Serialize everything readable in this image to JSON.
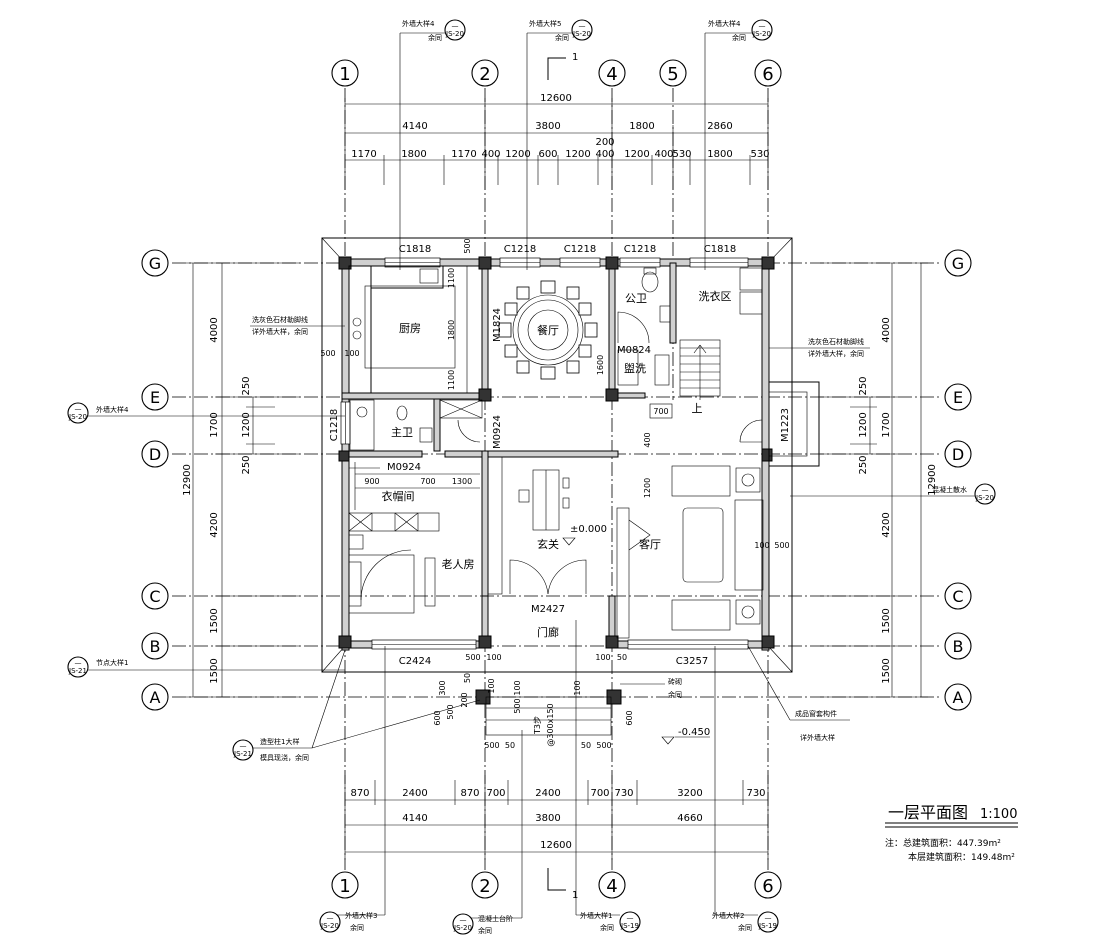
{
  "title": "一层平面图",
  "scale": "1:100",
  "notes": {
    "total_area": "注：总建筑面积：447.39m²",
    "floor_area": "本层建筑面积：149.48m²"
  },
  "axes": {
    "top": [
      "1",
      "2",
      "4",
      "5",
      "6"
    ],
    "bottom": [
      "1",
      "2",
      "4",
      "6"
    ],
    "left": [
      "G",
      "E",
      "D",
      "C",
      "B",
      "A"
    ],
    "right": [
      "G",
      "E",
      "D",
      "C",
      "B",
      "A"
    ]
  },
  "dims_top": {
    "overall": "12600",
    "level2": [
      "4140",
      "3800",
      "1800",
      "2860"
    ],
    "extra": "200",
    "level3": [
      "1170",
      "1800",
      "1170",
      "400",
      "1200",
      "600",
      "1200",
      "400",
      "1200",
      "400",
      "530",
      "1800",
      "530"
    ]
  },
  "dims_bottom": {
    "level1": [
      "870",
      "2400",
      "870",
      "700",
      "2400",
      "700",
      "730",
      "3200",
      "730"
    ],
    "level2": [
      "4140",
      "3800",
      "4660"
    ],
    "overall": "12600"
  },
  "dims_left": {
    "overall": "12900",
    "level2": [
      "4000",
      "1700",
      "4200",
      "1500",
      "1500"
    ],
    "inner": [
      "250",
      "1200",
      "250"
    ]
  },
  "dims_right": {
    "overall": "12900",
    "level2": [
      "4000",
      "1700",
      "4200",
      "1500",
      "1500"
    ],
    "inner": [
      "250",
      "1200",
      "250"
    ]
  },
  "windows": [
    "C1818",
    "C1218",
    "C1218",
    "C1218",
    "C1818",
    "C1218",
    "C2424",
    "C3257"
  ],
  "doors": [
    "M1824",
    "M0824",
    "M0924",
    "M0924",
    "M1223",
    "M2427"
  ],
  "rooms": {
    "kitchen": "厨房",
    "dining": "餐厅",
    "public_wc": "公卫",
    "laundry": "洗衣区",
    "wash": "盥洗",
    "master_wc": "主卫",
    "closet": "衣帽间",
    "elder_room": "老人房",
    "foyer": "玄关",
    "living": "客厅",
    "porch": "门廊"
  },
  "levels": {
    "ground": "±0.000",
    "outside": "-0.450"
  },
  "stair": {
    "up": "上"
  },
  "interior_dims": {
    "kitchen_v": [
      "500",
      "1100",
      "1800",
      "1100"
    ],
    "kitchen_h": [
      "500",
      "100"
    ],
    "wash": [
      "1600",
      "700"
    ],
    "closet": [
      "900",
      "700",
      "1300"
    ],
    "living": [
      "400",
      "1200",
      "100",
      "500"
    ],
    "porch": [
      "500",
      "100",
      "100",
      "50",
      "100",
      "50"
    ],
    "entry": [
      "500",
      "500",
      "50",
      "50",
      "500"
    ],
    "steps": [
      "T3步",
      "@300x150"
    ],
    "posts": [
      "100",
      "300",
      "200",
      "600",
      "500",
      "600",
      "100"
    ]
  },
  "callouts": {
    "ext_detail_4": "外墙大样4",
    "ext_detail_5": "外墙大样5",
    "ext_detail_3": "外墙大样3",
    "ext_detail_1": "外墙大样1",
    "ext_detail_2": "外墙大样2",
    "same": "余同",
    "node_detail_1": "节点大样1",
    "concrete_drain": "混凝土散水",
    "concrete_step": "混凝土台阶",
    "stone_skirting": "洗灰色石材勒脚线",
    "see_ext_detail": "详外墙大样，余同",
    "column_detail": "造型柱1大样",
    "column_note": "模具现浇，余同",
    "finished_window": "成品窗套构件",
    "see_ext_detail_2": "详外墙大样",
    "brick": "砖砌",
    "dash": "—",
    "sheet_a": "JS-20",
    "sheet_b": "JS-21",
    "sheet_c": "JS-19"
  },
  "section_mark": "1"
}
